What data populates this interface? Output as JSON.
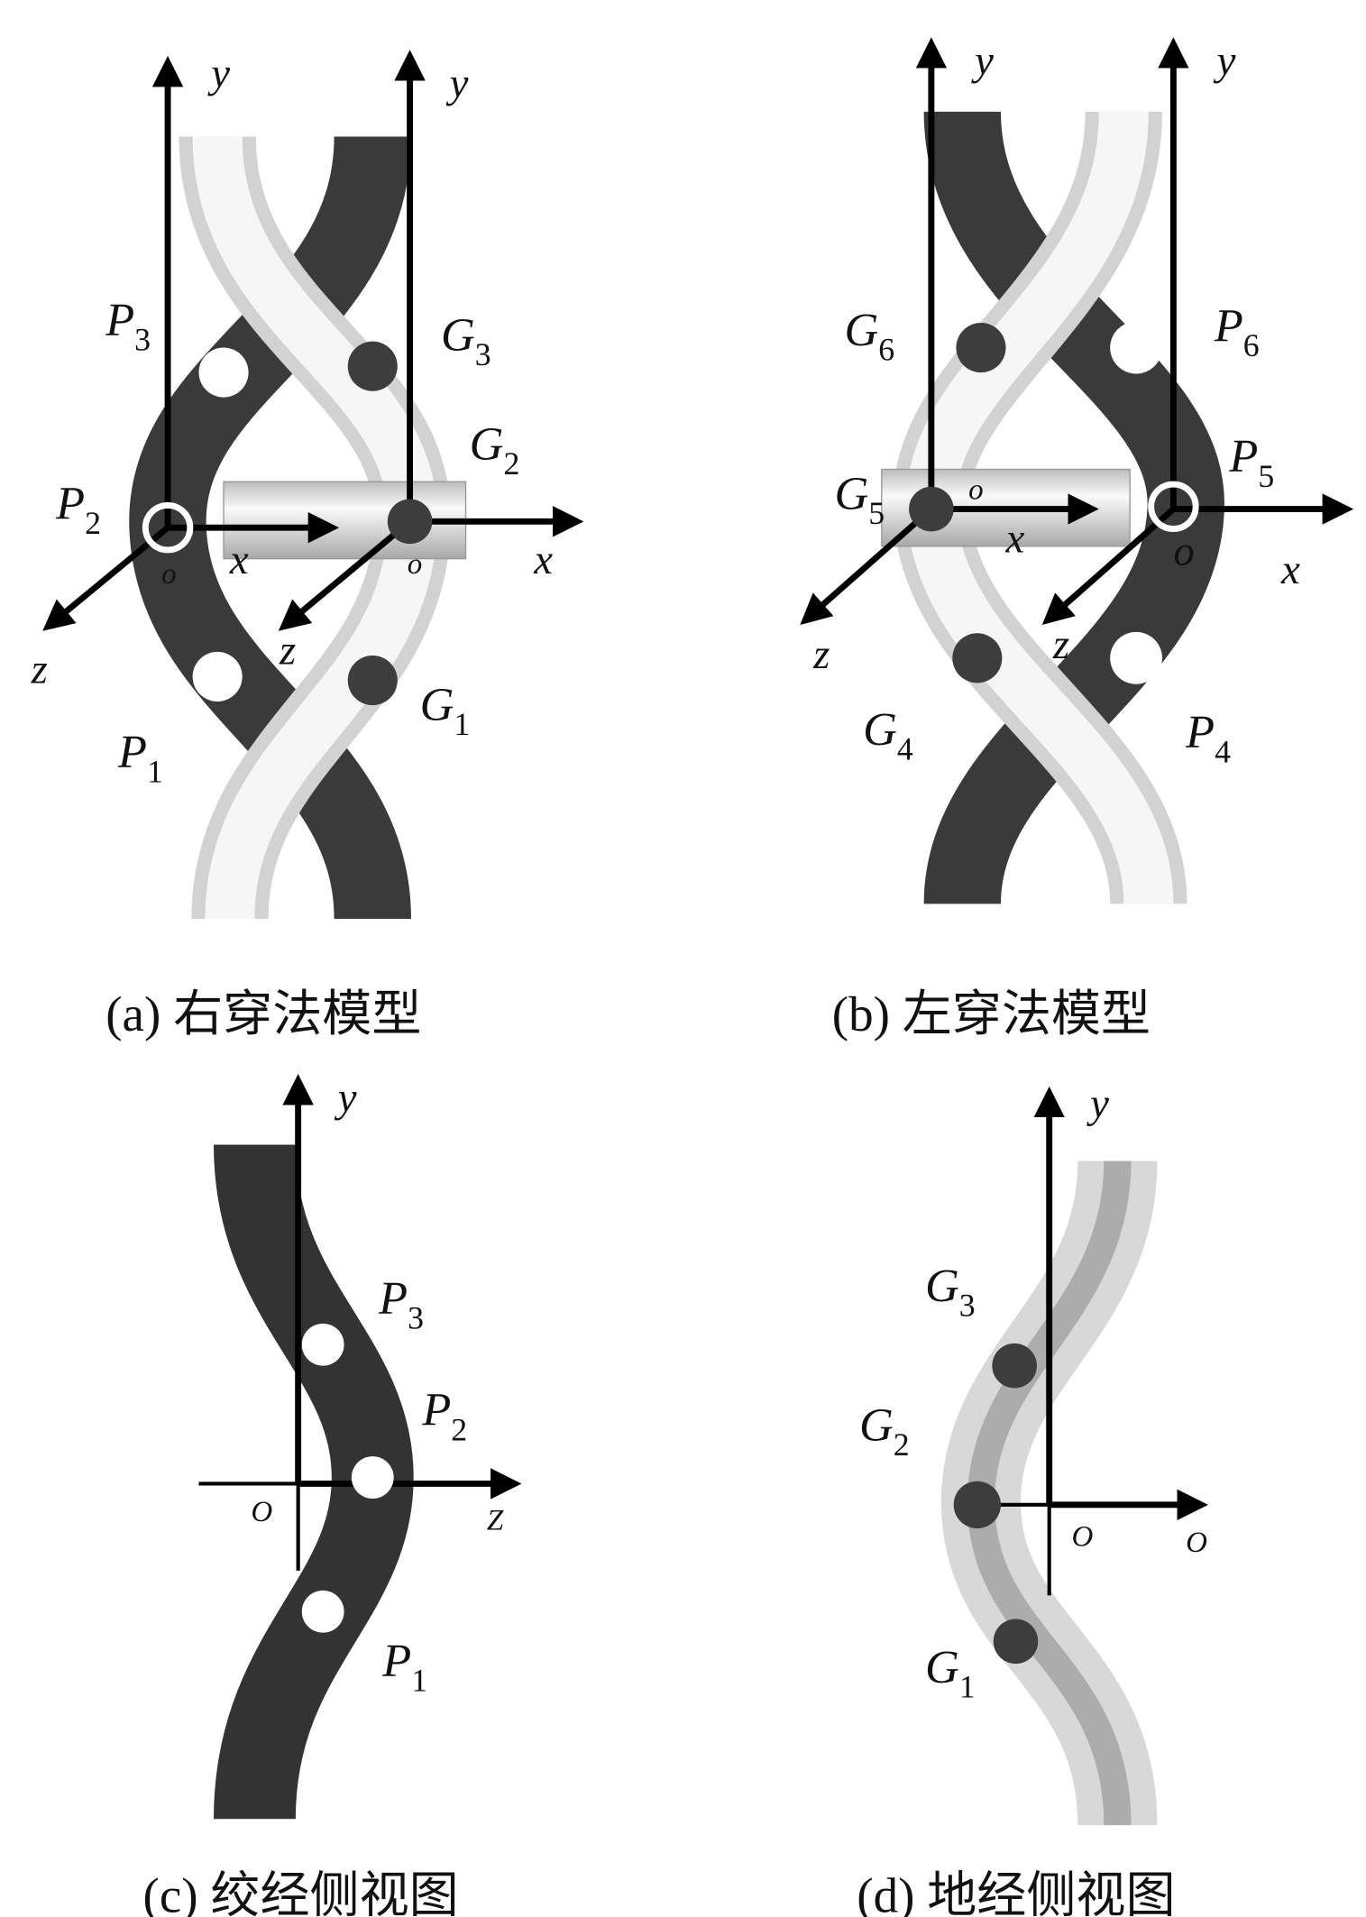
{
  "panels": {
    "a": {
      "caption": "(a) 右穿法模型",
      "labels": {
        "P3": {
          "base": "P",
          "sub": "3"
        },
        "G3": {
          "base": "G",
          "sub": "3"
        },
        "G2": {
          "base": "G",
          "sub": "2"
        },
        "P2": {
          "base": "P",
          "sub": "2"
        },
        "G1": {
          "base": "G",
          "sub": "1"
        },
        "P1": {
          "base": "P",
          "sub": "1"
        }
      },
      "axes": {
        "y": "y",
        "x": "x",
        "z": "z",
        "origin": "o"
      }
    },
    "b": {
      "caption": "(b) 左穿法模型",
      "labels": {
        "G6": {
          "base": "G",
          "sub": "6"
        },
        "P6": {
          "base": "P",
          "sub": "6"
        },
        "G5": {
          "base": "G",
          "sub": "5"
        },
        "P5": {
          "base": "P",
          "sub": "5"
        },
        "G4": {
          "base": "G",
          "sub": "4"
        },
        "P4": {
          "base": "P",
          "sub": "4"
        }
      },
      "axes": {
        "y": "y",
        "x": "x",
        "z": "z",
        "origin": "o"
      }
    },
    "c": {
      "caption": "(c) 绞经侧视图",
      "labels": {
        "P3": {
          "base": "P",
          "sub": "3"
        },
        "P2": {
          "base": "P",
          "sub": "2"
        },
        "P1": {
          "base": "P",
          "sub": "1"
        }
      },
      "axes": {
        "y": "y",
        "z": "Z",
        "origin": "O"
      }
    },
    "d": {
      "caption": "(d) 地经侧视图",
      "labels": {
        "G3": {
          "base": "G",
          "sub": "3"
        },
        "G2": {
          "base": "G",
          "sub": "2"
        },
        "G1": {
          "base": "G",
          "sub": "1"
        }
      },
      "axes": {
        "y": "y",
        "x": "O",
        "origin": "O"
      }
    }
  },
  "colors": {
    "dark_strand": "#3a3a3a",
    "light_strand": "#eeeeee",
    "dot_dark": "#3d3d3d",
    "dot_light": "#ffffff"
  }
}
